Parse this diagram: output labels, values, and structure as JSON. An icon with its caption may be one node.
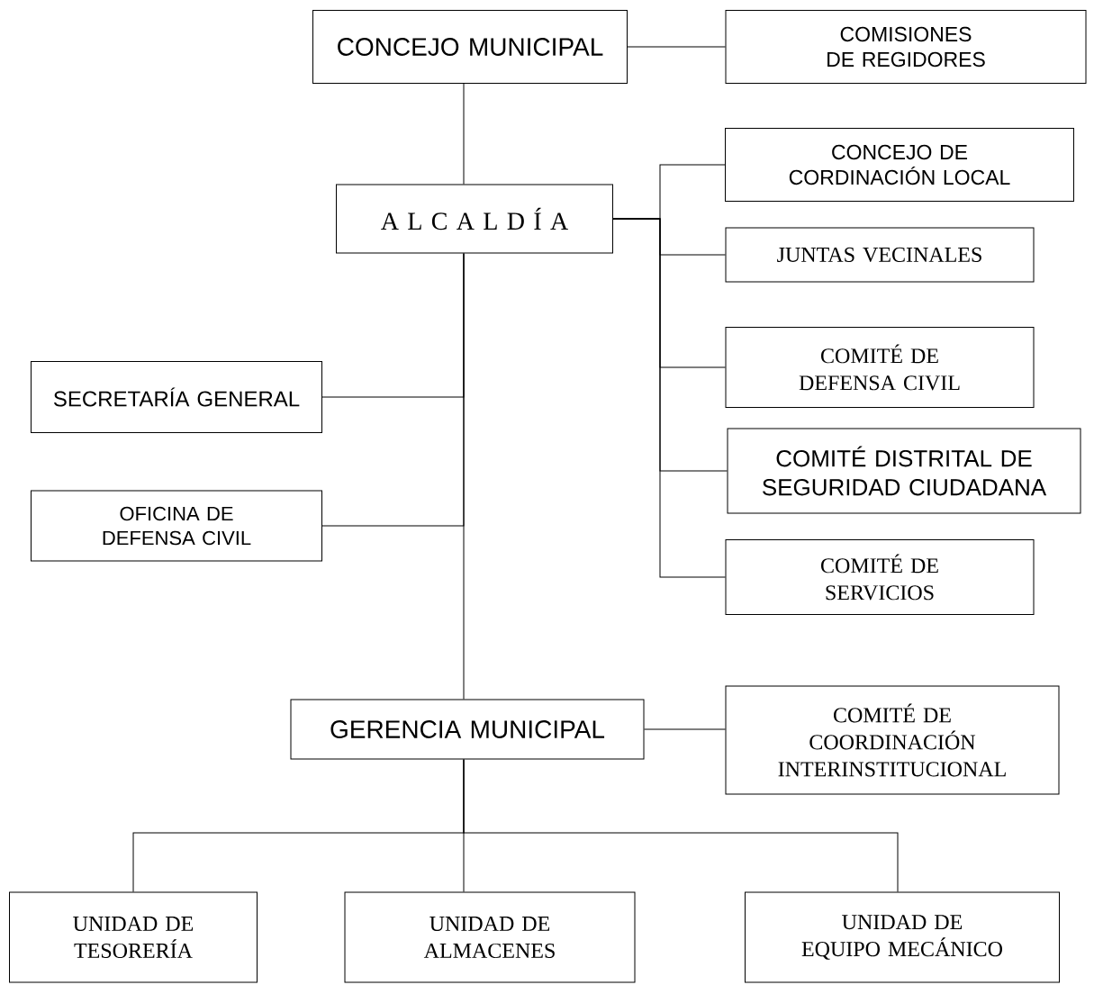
{
  "diagram": {
    "nodes": [
      {
        "text": [
          "CONCEJO MUNICIPAL"
        ]
      },
      {
        "text": [
          "COMISIONES DE REGIDORES"
        ]
      },
      {
        "text": [
          "A L C A L D Í A"
        ]
      },
      {
        "text": [
          "CONCEJO DE CORDINACIÓN LOCAL"
        ]
      },
      {
        "text": [
          "JUNTAS VECINALES"
        ]
      },
      {
        "text": [
          "COMITÉ DE DEFENSA CIVIL"
        ]
      },
      {
        "text": [
          "COMITÉ DISTRITAL DE SEGURIDAD CIUDADANA"
        ]
      },
      {
        "text": [
          "COMITÉ DE SERVICIOS"
        ]
      },
      {
        "text": [
          "SECRETARÍA GENERAL"
        ]
      },
      {
        "text": [
          "OFICINA DE DEFENSA CIVIL"
        ]
      },
      {
        "text": [
          "GERENCIA MUNICIPAL"
        ]
      },
      {
        "text": [
          "COMITÉ DE COORDINACIÓN INTERINSTITUCIONAL"
        ]
      },
      {
        "text": [
          "UNIDAD DE TESORERÍA"
        ]
      },
      {
        "text": [
          "UNIDAD DE ALMACENES"
        ]
      },
      {
        "text": [
          "UNIDAD DE EQUIPO MECÁNICO"
        ]
      }
    ],
    "edges": [
      {
        "from": 0,
        "to": 1,
        "arrow": "none"
      },
      {
        "from": 0,
        "to": 2,
        "arrow": "none"
      },
      {
        "from": 2,
        "to": 3,
        "arrow": "none"
      },
      {
        "from": 2,
        "to": 4,
        "arrow": "none"
      },
      {
        "from": 2,
        "to": 5,
        "arrow": "none"
      },
      {
        "from": 2,
        "to": 6,
        "arrow": "none"
      },
      {
        "from": 2,
        "to": 7,
        "arrow": "none"
      },
      {
        "from": 2,
        "to": 8,
        "arrow": "none"
      },
      {
        "from": 2,
        "to": 9,
        "arrow": "none"
      },
      {
        "from": 2,
        "to": 10,
        "arrow": "none"
      },
      {
        "from": 10,
        "to": 11,
        "arrow": "none"
      },
      {
        "from": 10,
        "to": 12,
        "arrow": "none"
      },
      {
        "from": 10,
        "to": 13,
        "arrow": "none"
      },
      {
        "from": 10,
        "to": 14,
        "arrow": "none"
      }
    ]
  }
}
